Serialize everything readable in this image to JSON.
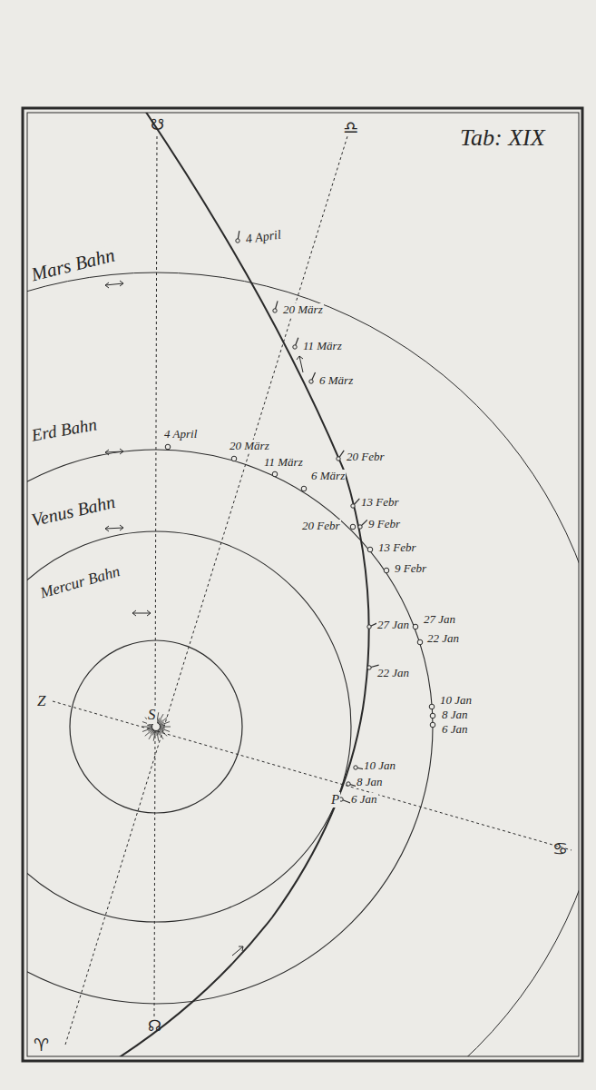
{
  "diagram": {
    "labels": [
      "Tab: XIX",
      "Mars Bahn",
      "Erd Bahn",
      "Venus Bahn",
      "Mercur Bahn",
      "4 April",
      "20 März",
      "11 März",
      "6 März",
      "20 Febr",
      "13 Febr",
      "9 Febr",
      "27 Jan",
      "22 Jan",
      "10 Jan",
      "8 Jan",
      "6 Jan",
      "4 April",
      "20 März",
      "11 März",
      "6 März",
      "20 Febr",
      "13 Febr",
      "9 Febr",
      "27 Jan",
      "22 Jan",
      "10 Jan",
      "8 Jan",
      "6 Jan",
      "☋",
      "♎",
      "S",
      "Z",
      "P",
      "♋",
      "☊",
      "♈"
    ]
  }
}
